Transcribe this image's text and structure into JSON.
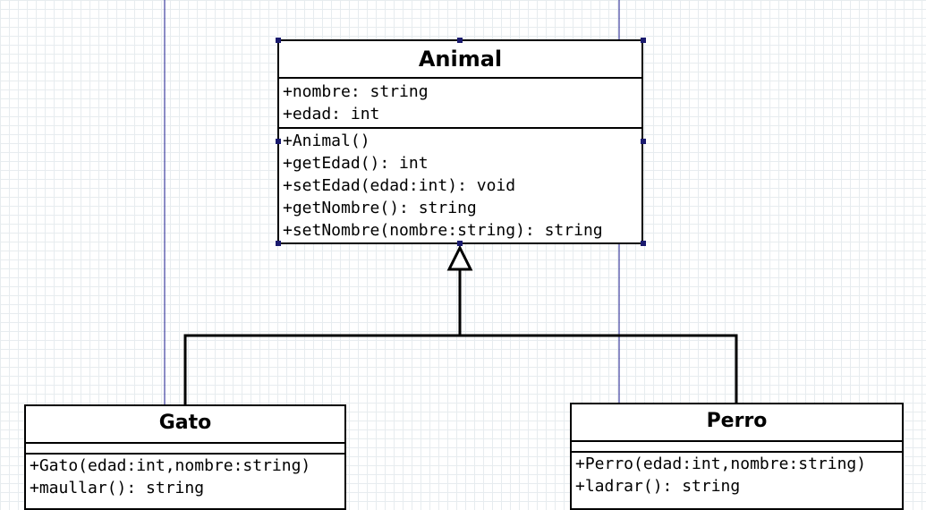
{
  "diagram": {
    "classes": {
      "animal": {
        "name": "Animal",
        "attributes": [
          "+nombre: string",
          "+edad: int"
        ],
        "methods": [
          "+Animal()",
          "+getEdad(): int",
          "+setEdad(edad:int): void",
          "+getNombre(): string",
          "+setNombre(nombre:string): string"
        ]
      },
      "gato": {
        "name": "Gato",
        "attributes": [],
        "methods": [
          "+Gato(edad:int,nombre:string)",
          "+maullar(): string"
        ]
      },
      "perro": {
        "name": "Perro",
        "attributes": [],
        "methods": [
          "+Perro(edad:int,nombre:string)",
          "+ladrar(): string"
        ]
      }
    },
    "relations": [
      {
        "type": "generalization",
        "from": "Gato",
        "to": "Animal"
      },
      {
        "type": "generalization",
        "from": "Perro",
        "to": "Animal"
      }
    ],
    "colors": {
      "border": "#000000",
      "guide_line": "#1a1a8c",
      "selection_handle": "#1a1a6e",
      "grid": "#c9d6dc"
    }
  }
}
